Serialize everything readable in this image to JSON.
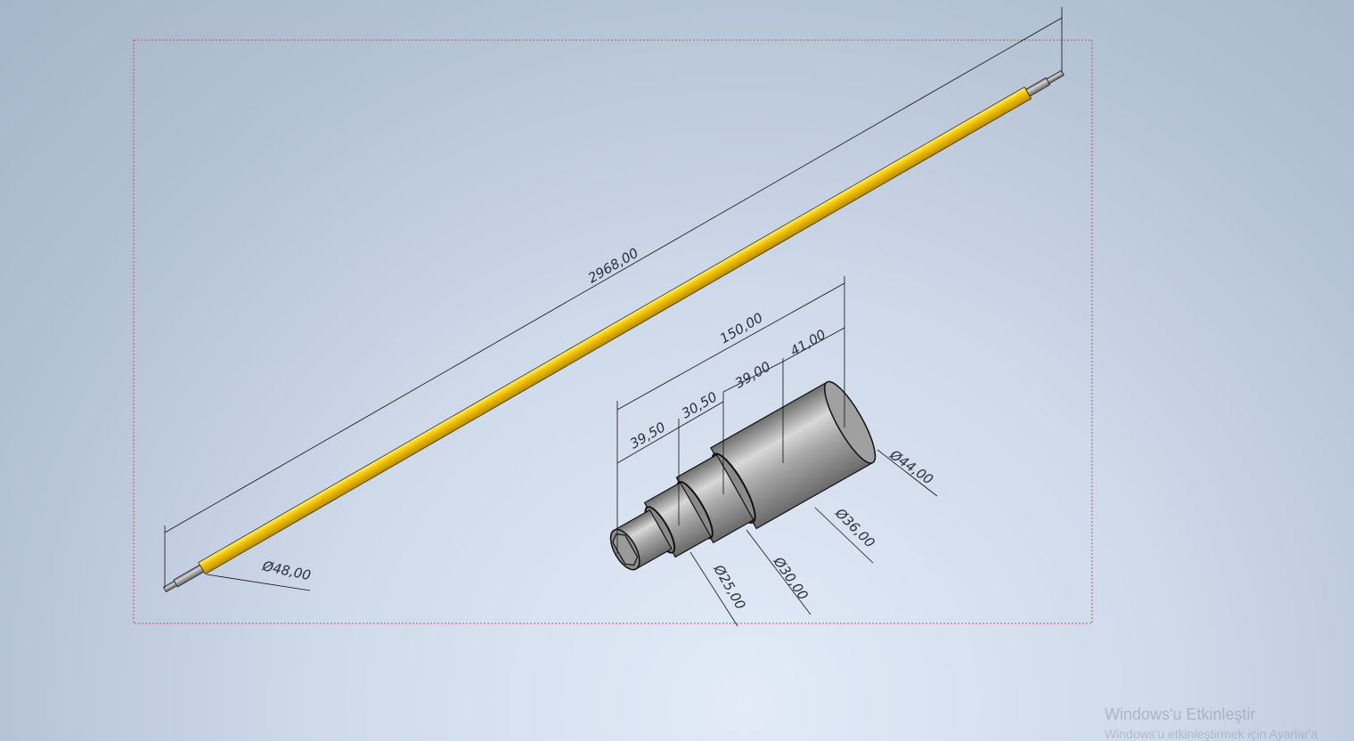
{
  "viewport": {
    "dimensions": {
      "overall_length": "2968,00",
      "rod_diameter": "Ø48,00",
      "detail_total_length": "150,00",
      "step_1": "39,50",
      "step_2": "30,50",
      "step_3": "39,00",
      "step_4": "41,00",
      "dia_44": "Ø44,00",
      "dia_36": "Ø36,00",
      "dia_30": "Ø30,00",
      "dia_25": "Ø25,00"
    },
    "colors": {
      "rod": "#f5c400",
      "shaft": "#9a9a9a",
      "bounding_box": "#c0506a"
    }
  },
  "watermark": {
    "title": "Windows'u Etkinleştir",
    "subtitle": "Windows'u etkinleştirmek için Ayarlar'a"
  }
}
